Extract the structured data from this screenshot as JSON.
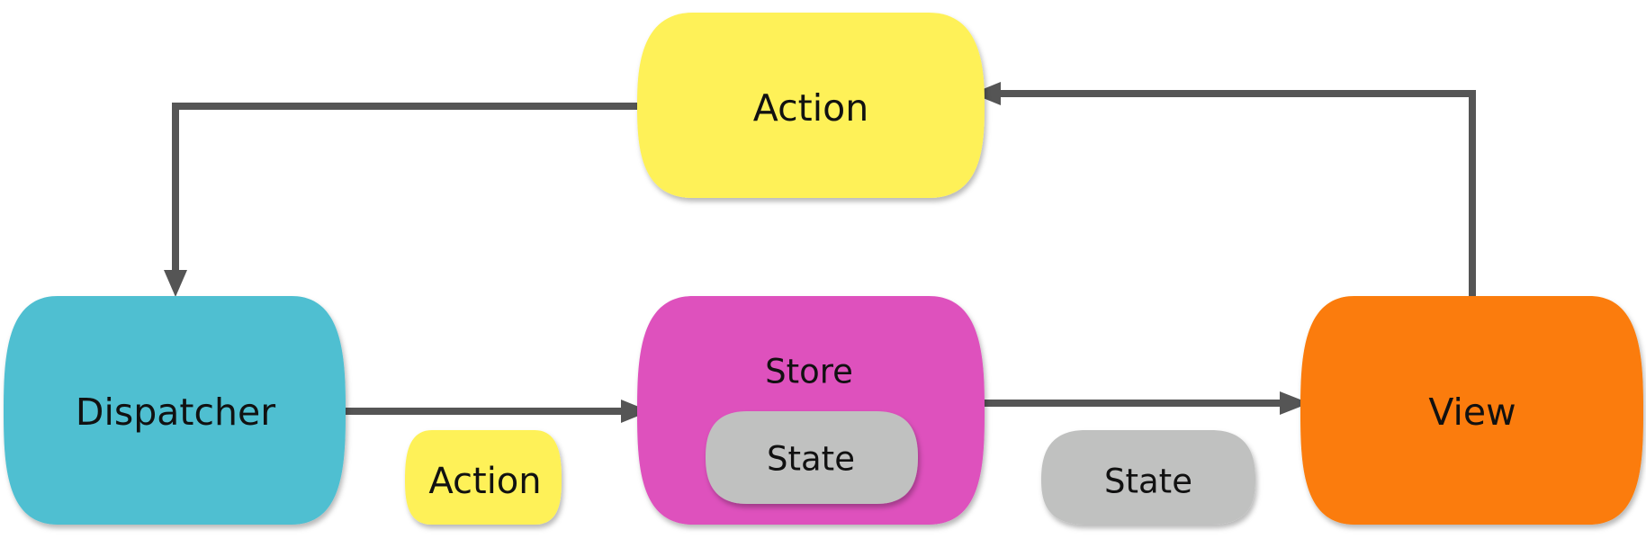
{
  "diagram": {
    "nodes": {
      "action_top": {
        "label": "Action",
        "color": "#fef158"
      },
      "dispatcher": {
        "label": "Dispatcher",
        "color": "#4fbfd1"
      },
      "store": {
        "label": "Store",
        "color": "#de51bd"
      },
      "store_state": {
        "label": "State",
        "color": "#c0c1c0"
      },
      "view": {
        "label": "View",
        "color": "#fb7b07"
      },
      "action_small": {
        "label": "Action",
        "color": "#fef158"
      },
      "state_small": {
        "label": "State",
        "color": "#c0c1c0"
      }
    },
    "edges": [
      {
        "from": "action_top",
        "to": "dispatcher"
      },
      {
        "from": "dispatcher",
        "to": "store"
      },
      {
        "from": "store",
        "to": "view"
      },
      {
        "from": "view",
        "to": "action_top"
      }
    ],
    "arrow_color": "#555555",
    "shadow_color": "#9a9a9a"
  }
}
